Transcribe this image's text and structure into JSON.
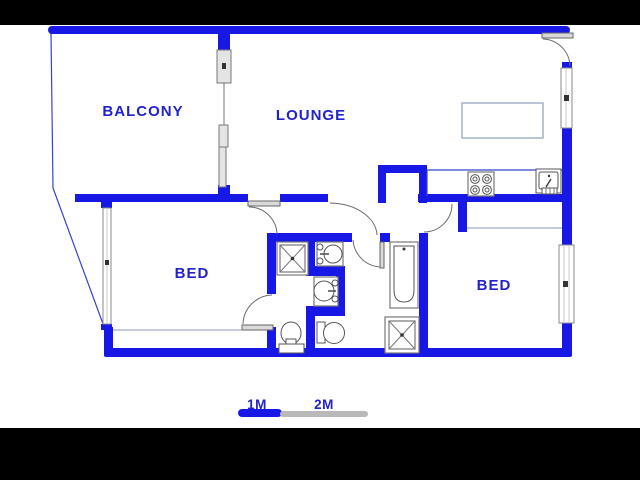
{
  "plan": {
    "type": "apartment-floor-plan",
    "rooms": [
      {
        "id": "balcony",
        "label": "BALCONY"
      },
      {
        "id": "lounge",
        "label": "LOUNGE"
      },
      {
        "id": "bed1",
        "label": "BED"
      },
      {
        "id": "bed2",
        "label": "BED"
      }
    ],
    "scale_bar": {
      "m1": "1M",
      "m2": "2M"
    },
    "fixtures": [
      "shower",
      "shower",
      "basin",
      "basin",
      "toilet",
      "toilet",
      "bathtub",
      "stove",
      "kitchen-sink",
      "kitchen-counter",
      "dining-table",
      "built-in-cupboard",
      "built-in-cupboard"
    ]
  },
  "colors": {
    "wall_blue": "#1818e6",
    "text_blue": "#2222cc",
    "boundary_blue": "#3344cc",
    "scale_gray": "#b9b9b9",
    "letterbox": "#000000",
    "background": "#ffffff"
  }
}
